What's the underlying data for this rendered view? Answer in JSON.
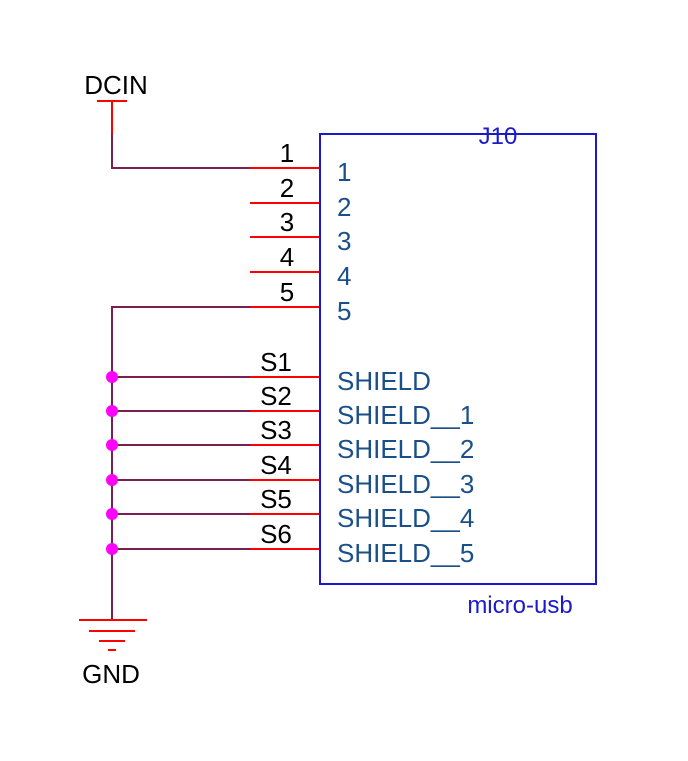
{
  "colors": {
    "wire": "#7a1f4f",
    "pin": "#ff0000",
    "body": "#1a1acc",
    "pin_name": "#1a4f8a",
    "junction": "#ff00ff",
    "text": "#000000"
  },
  "power_symbol": {
    "label": "DCIN"
  },
  "ground_symbol": {
    "label": "GND",
    "icon": "ground-icon"
  },
  "component": {
    "refdes": "J10",
    "value": "micro-usb",
    "pins": [
      {
        "number": "1",
        "name": "1"
      },
      {
        "number": "2",
        "name": "2"
      },
      {
        "number": "3",
        "name": "3"
      },
      {
        "number": "4",
        "name": "4"
      },
      {
        "number": "5",
        "name": "5"
      },
      {
        "number": "S1",
        "name": "SHIELD"
      },
      {
        "number": "S2",
        "name": "SHIELD__1"
      },
      {
        "number": "S3",
        "name": "SHIELD__2"
      },
      {
        "number": "S4",
        "name": "SHIELD__3"
      },
      {
        "number": "S5",
        "name": "SHIELD__4"
      },
      {
        "number": "S6",
        "name": "SHIELD__5"
      }
    ]
  }
}
